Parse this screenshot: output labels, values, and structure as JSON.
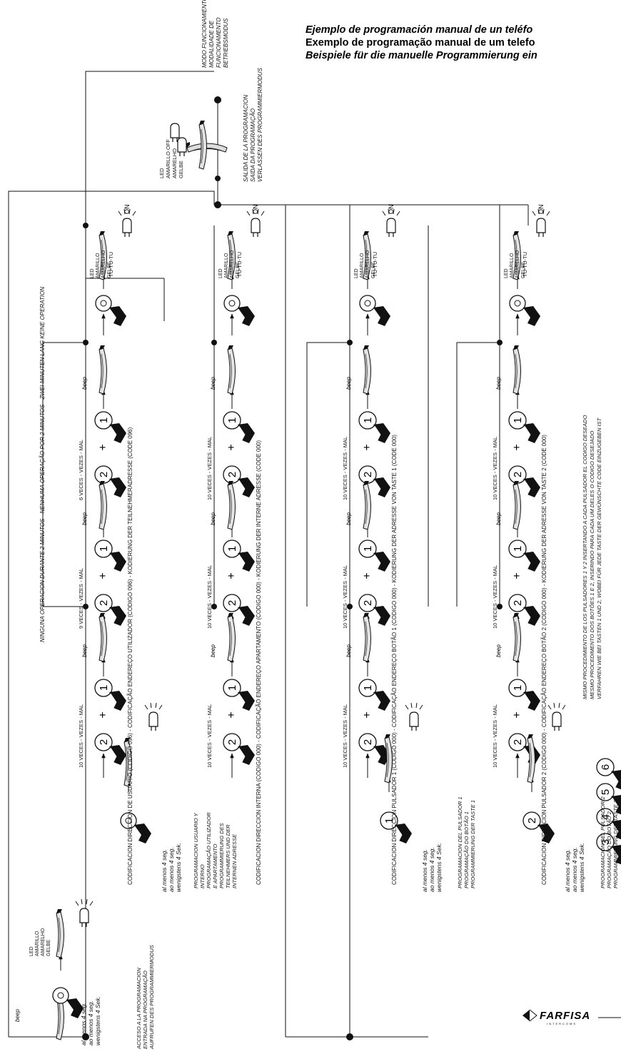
{
  "title": {
    "es": "Ejemplo de programación manual de un teléfo",
    "pt": "Exemplo de programação manual de um telefo",
    "de": "Beispiele für die manuelle Programmierung ein"
  },
  "modo": [
    "MODO FUNCIONAMIENTO",
    "MODALIDADE DE",
    "FUNCIONAMENTO",
    "BETRIEBSMODUS"
  ],
  "salida": [
    "SALIDA DE LA PROGRAMACION",
    "SAIDA DA PROGRAMAÇÃO",
    "VERLASSEN DES PROGRAMMIERMODUS"
  ],
  "led_off": [
    "LED",
    "AMARILLO OFF",
    "AMARELHO",
    "GELBE"
  ],
  "led_on": [
    "LED",
    "AMARILLO",
    "AMARELHO",
    "GELBE"
  ],
  "on": "ON",
  "tutu": "TU-TU-TU",
  "tutu2": "TU-TU",
  "tu": "TU-TU",
  "beep": "beep",
  "min4": [
    "al menos 4 seg.",
    "ao menos 4 seg.",
    "wenigstens 4 Sek."
  ],
  "acceso": [
    "ACCESO A LA PROGRAMACION",
    "ENTRADA NA PROGRAMAÇÃO",
    "AUFRUFEN DES PROGRAMMIERMODUS"
  ],
  "ninguna": "NINGUNA OPERACION DURANTE 2 MINUTOS - NENHUMA OPERAÇÃO POR 2 MINUTOS - ZWEI MINUTEN LANG KEINE OPERATION",
  "prog_usuario": [
    "PROGRAMACION USUARIO Y",
    "INTERNO",
    "PROGRAMAÇÃO UTILIZADOR",
    "E APARTAMENTO",
    "PROGRAMMIERUNG DES",
    "TEILNEHMERS UND DER",
    "INTERNEN ADRESSE"
  ],
  "prog_p1": [
    "PROGRAMACION DEL PULSADOR 1",
    "PROGRAMAÇÃO DO BOTÃO 1",
    "PROGRAMMIERUNG DER TASTE 1"
  ],
  "prog_p2": [
    "PROGRAMACION DEL PULSADOR 2",
    "PROGRAMAÇÃO DO BOTÃO 2",
    "PROGRAMMIERUNG DER TASTE 2"
  ],
  "cod1": "CODIFICACION DIRECCION DE USUARIO (CODIGO 096) - CODIFICAÇÃO ENDEREÇO UTILIZADOR (CODIGO 096) - KODIERUNG DER TEILNEHMERADRESSE (CODE 096)",
  "cod2": "CODIFICACION DIRECCION INTERNA (CODIGO 000) - CODIFICAÇÃO ENDEREÇO APARTAMENTO (CODIGO 000) - KODIERUNG DER INTERNE ADRESSE (CODE 000)",
  "cod3": "CODIFICACION DIRECCION PULSADOR 1 (CODIGO 000) - CODIFICAÇÃO ENDEREÇO BOTÃO 1 (CODIGO 000) - KODIERUNG DER ADRESSE VON TASTE 1 (CODE 000)",
  "cod4": "CODIFICACION DIRECCION PULSADOR 2 (CODIGO 000) - CODIFICAÇÃO ENDEREÇO BOTÃO 2 (CODIGO 000) - KODIERUNG DER ADRESSE VON TASTE 2 (CODE 000)",
  "times": {
    "r1": [
      "10 VECES - VEZES - MAL",
      "9 VECES - VEZES - MAL",
      "6 VECES - VEZES - MAL"
    ],
    "r2": [
      "10 VECES - VEZES - MAL",
      "10 VECES - VEZES - MAL",
      "10 VECES - VEZES - MAL"
    ],
    "r3": [
      "10 VECES - VEZES - MAL",
      "10 VECES - VEZES - MAL",
      "10 VECES - VEZES - MAL"
    ],
    "r4": [
      "10 VECES - VEZES - MAL",
      "10 VECES - VEZES - MAL",
      "10 VECES - VEZES - MAL"
    ]
  },
  "mismo": [
    "MISMO PROCEDIMIENTO DE LOS PULSADORES 1 Y 2 INSERTANDO A CADA PULSADOR EL CODIGO DESEADO",
    "MESMO PROCEDIMENTO DOS BOTÕES 1 E 2, INSERINDO PARA CADA UM DELES O CODIGO DESEJADO",
    "VERFAHREN WIE BEI TASTEN 1 UND 2, WOBEI FÜR JEDE TASTE DER GEWÜNSCHTE CODE EINZUGEBEN IST"
  ],
  "digits": {
    "d2": "2",
    "d1": "1",
    "d3": "3",
    "d4": "4",
    "d5": "5",
    "d6": "6",
    "plus": "+"
  },
  "logo": {
    "brand": "FARFISA",
    "sub": "INTERCOMS"
  }
}
